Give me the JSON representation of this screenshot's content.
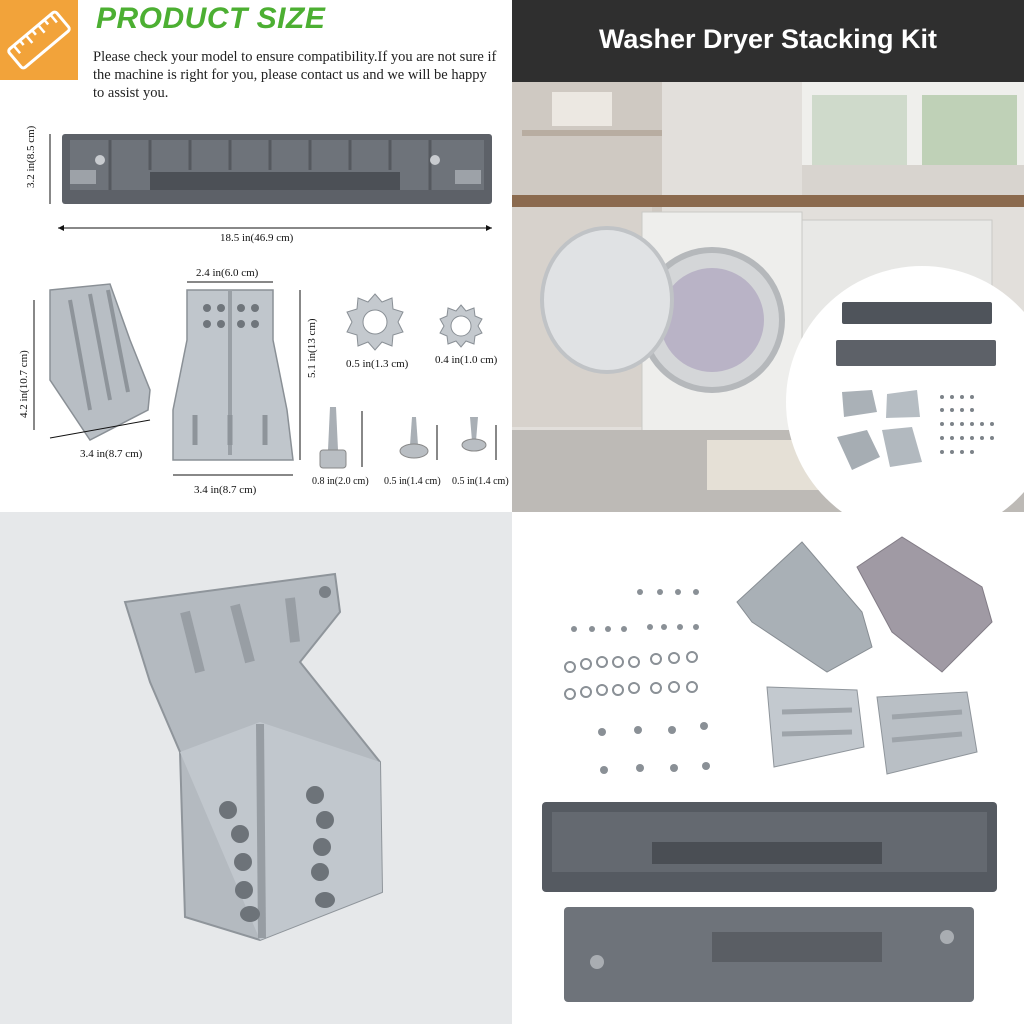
{
  "size_panel": {
    "title": "PRODUCT SIZE",
    "description": "Please check your model to ensure compatibility.If you are not sure if the machine is right for you, please contact us and we will be happy to assist you.",
    "dims": {
      "rail_height": "3.2 in(8.5 cm)",
      "rail_length": "18.5 in(46.9 cm)",
      "bracket_a_height": "4.2 in(10.7 cm)",
      "bracket_a_width": "3.4 in(8.7 cm)",
      "bracket_b_top": "2.4 in(6.0 cm)",
      "bracket_b_height": "5.1 in(13 cm)",
      "bracket_b_width": "3.4 in(8.7 cm)",
      "washer_large": "0.5 in(1.3 cm)",
      "washer_small": "0.4 in(1.0 cm)",
      "screw_1": "0.8 in(2.0 cm)",
      "screw_2": "0.5 in(1.4 cm)",
      "screw_3": "0.5 in(1.4 cm)"
    }
  },
  "kit_panel": {
    "title": "Washer Dryer Stacking Kit"
  },
  "colors": {
    "accent_green": "#4caf32",
    "badge_orange": "#f2a33a",
    "banner_dark": "#2f2f2f",
    "rail_gray": "#5a5f66",
    "metal": "#b9c0c6"
  },
  "icons": [
    "ruler-icon"
  ]
}
